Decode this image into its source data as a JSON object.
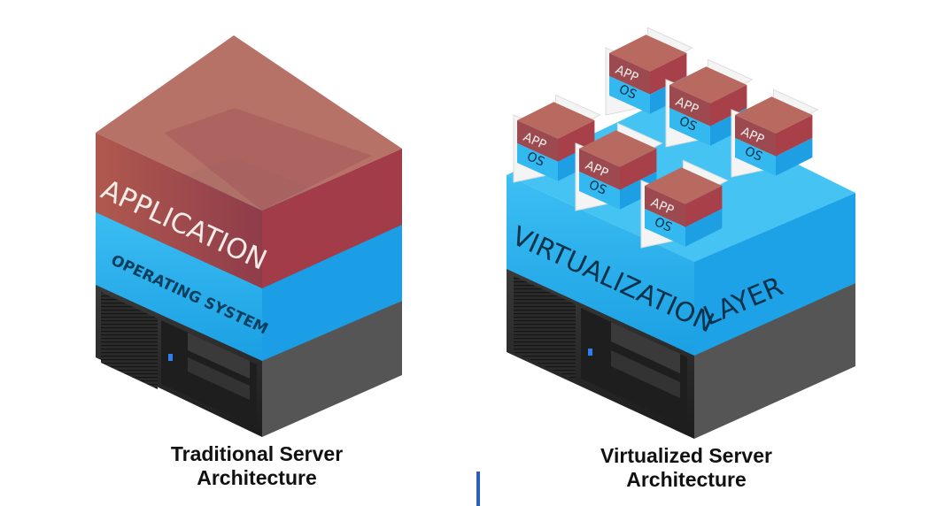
{
  "colors": {
    "app_front": "#9b4a4e",
    "app_side": "#b0404c",
    "app_top": "#b76a62",
    "os_front": "#2fb3ee",
    "os_side": "#1fa6ea",
    "os_top": "#47c6f4",
    "server_front": "#2a2a2a",
    "server_side": "#4d4d4d",
    "server_top": "#c9c9c9",
    "divider": "#2b5fb8",
    "label_text": "#f2ece8",
    "layer_text": "#06324a"
  },
  "traditional": {
    "application_label": "APPLICATION",
    "os_label": "OPERATING SYSTEM",
    "caption_line1": "Traditional Server",
    "caption_line2": "Architecture"
  },
  "virtualized": {
    "layer_label_1": "VIRTUALIZATION",
    "layer_label_2": "LAYER",
    "vm_app_label": "APP",
    "vm_os_label": "OS",
    "vm_count": 6,
    "caption_line1": "Virtualized Server",
    "caption_line2": "Architecture"
  },
  "icons": [
    "server-icon",
    "application-layer-icon",
    "os-layer-icon",
    "virtualization-layer-icon",
    "vm-icon"
  ]
}
